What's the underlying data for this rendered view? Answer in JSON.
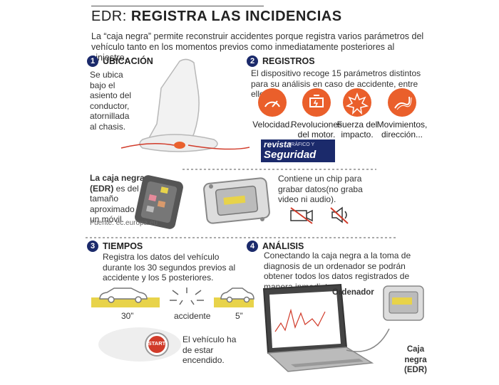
{
  "title": {
    "light": "EDR:",
    "bold": "REGISTRA LAS INCIDENCIAS"
  },
  "intro": "La “caja negra” permite reconstruir accidentes porque registra varios parámetros del vehículo tanto en los momentos previos como inmediatamente posteriores al siniestro.",
  "s1": {
    "num": "1",
    "title": "UBICACIÓN",
    "text": "Se ubica bajo el asiento del conductor, atornillada al chasis."
  },
  "s2": {
    "num": "2",
    "title": "REGISTROS",
    "text": "El dispositivo recoge 15 parámetros distintos para su análisis en caso de accidente, entre ellos:",
    "icons": [
      {
        "icon": "speedometer-icon",
        "label": "Velocidad."
      },
      {
        "icon": "engine-icon",
        "label": "Revoluciones del motor."
      },
      {
        "icon": "impact-icon",
        "label": "Fuerza del impacto."
      },
      {
        "icon": "steering-path-icon",
        "label": "Movimientos, dirección..."
      }
    ]
  },
  "logo": {
    "line1": "revista",
    "line2": "TRÁFICO Y",
    "line3": "Seguridad Vial"
  },
  "device": {
    "title_bold": "La caja negra (EDR)",
    "title_rest": " es del tamaño aproximado de un móvil.",
    "chip": "Contiene un chip para grabar datos(no graba video ni audio).",
    "source": "Fuente: ec.europa.eu"
  },
  "s3": {
    "num": "3",
    "title": "TIEMPOS",
    "text": "Registra los datos del vehículo durante los 30 segundos previos al accidente y los 5 posteriores.",
    "before": "30”",
    "accident": "accidente",
    "after": "5”",
    "start": "START",
    "engine_on": "El vehículo ha de estar encendido."
  },
  "s4": {
    "num": "4",
    "title": "ANÁLISIS",
    "text": "Conectando la caja negra a la toma de diagnosis de un ordenador se podrán obtener todos los datos registrados de manera inmediata.",
    "computer": "Ordenador",
    "box": "Caja negra (EDR)"
  },
  "colors": {
    "accent": "#ea5f2b",
    "navy": "#1b2a6b",
    "yellow": "#e8d34a"
  }
}
